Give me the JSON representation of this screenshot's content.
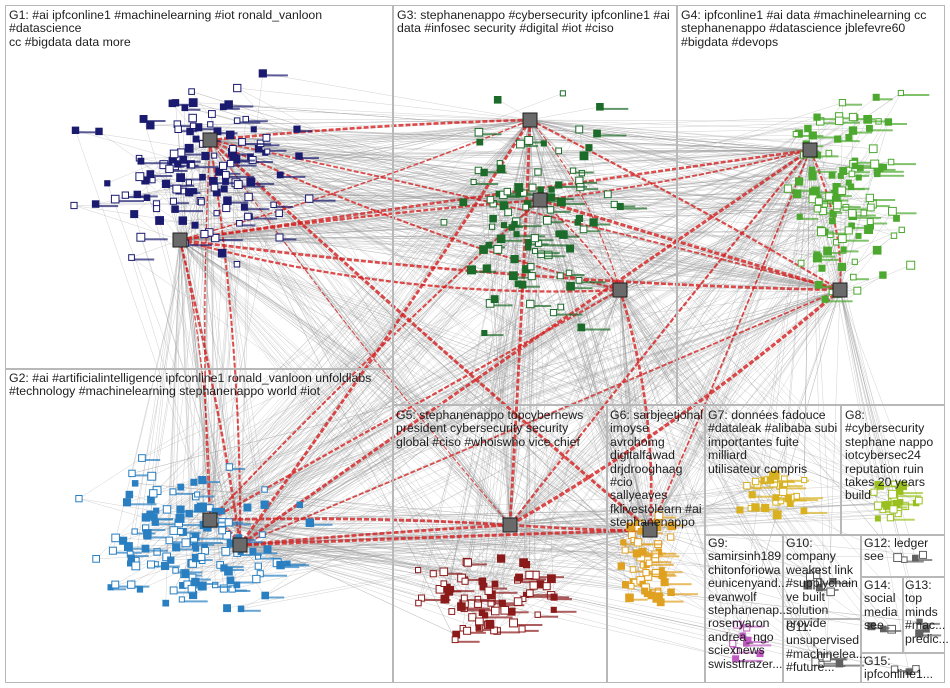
{
  "groups": [
    {
      "id": "G1",
      "label": "G1: #ai ipfconline1 #machinelearning #iot ronald_vanloon #datascience\ncc #bigdata data more",
      "color": "#1a1a6e"
    },
    {
      "id": "G3",
      "label": "G3: stephanenappo #cybersecurity ipfconline1 #ai\ndata #infosec security #digital #iot #ciso",
      "color": "#1d6b2a"
    },
    {
      "id": "G4",
      "label": "G4: ipfconline1 #ai data #machinelearning cc\nstephanenappo #datascience jblefevre60\n#bigdata #devops",
      "color": "#4ca82f"
    },
    {
      "id": "G2",
      "label": "G2: #ai #artificialintelligence ipfconline1 ronald_vanloon unfoldlabs\n#technology #machinelearning stephanenappo world #iot",
      "color": "#2a7fc1"
    },
    {
      "id": "G5",
      "label": "G5: stephanenappo topcybernews\npresident cybersecurity security\nglobal #ciso #whoiswho vice chief",
      "color": "#8b1a1a"
    },
    {
      "id": "G6",
      "label": "G6: sarbjeetjohal\nimoyse avrohomg\ndigitalfawad\ndrjdrooghaag #cio\nsallyeaves\nfklivestolearn #ai\nstephanenappo",
      "color": "#e0a020"
    },
    {
      "id": "G7",
      "label": "G7: données fadouce\n#dataleak #alibaba subi\nimportantes fuite milliard\nutilisateur compris",
      "color": "#d8b020"
    },
    {
      "id": "G8",
      "label": "G8: #cybersecurity\nstephane nappo\niotcybersec24\nreputation ruin\ntakes 20 years\nbuild",
      "color": "#9ac020"
    },
    {
      "id": "G9",
      "label": "G9:\nsamirsinh189\nchitonforiowa\neunicenyand...\nevanwolf\nstephanenap...\nrosenyaron\nandrea_ngo\nsciexnews\nswisstfrazer...",
      "color": "#c05ac0"
    },
    {
      "id": "G10",
      "label": "G10: company\nweakest link\n#supplychain\nve built\nsolution\nprovide",
      "color": "#606060"
    },
    {
      "id": "G12",
      "label": "G12: ledger\nsee",
      "color": "#606060"
    },
    {
      "id": "G11",
      "label": "G11:\nunsupervised\n#machinelea...\n#future...",
      "color": "#606060"
    },
    {
      "id": "G14",
      "label": "G14:\nsocial\nmedia\nsee",
      "color": "#606060"
    },
    {
      "id": "G13",
      "label": "G13:\ntop\nminds\n#mac...\npredic...",
      "color": "#606060"
    },
    {
      "id": "G15",
      "label": "G15:\nipfconline1...",
      "color": "#606060"
    }
  ],
  "colors": {
    "edge_gray": "#9a9a9a",
    "edge_red": "#d42020",
    "border": "#b8b8b8"
  }
}
